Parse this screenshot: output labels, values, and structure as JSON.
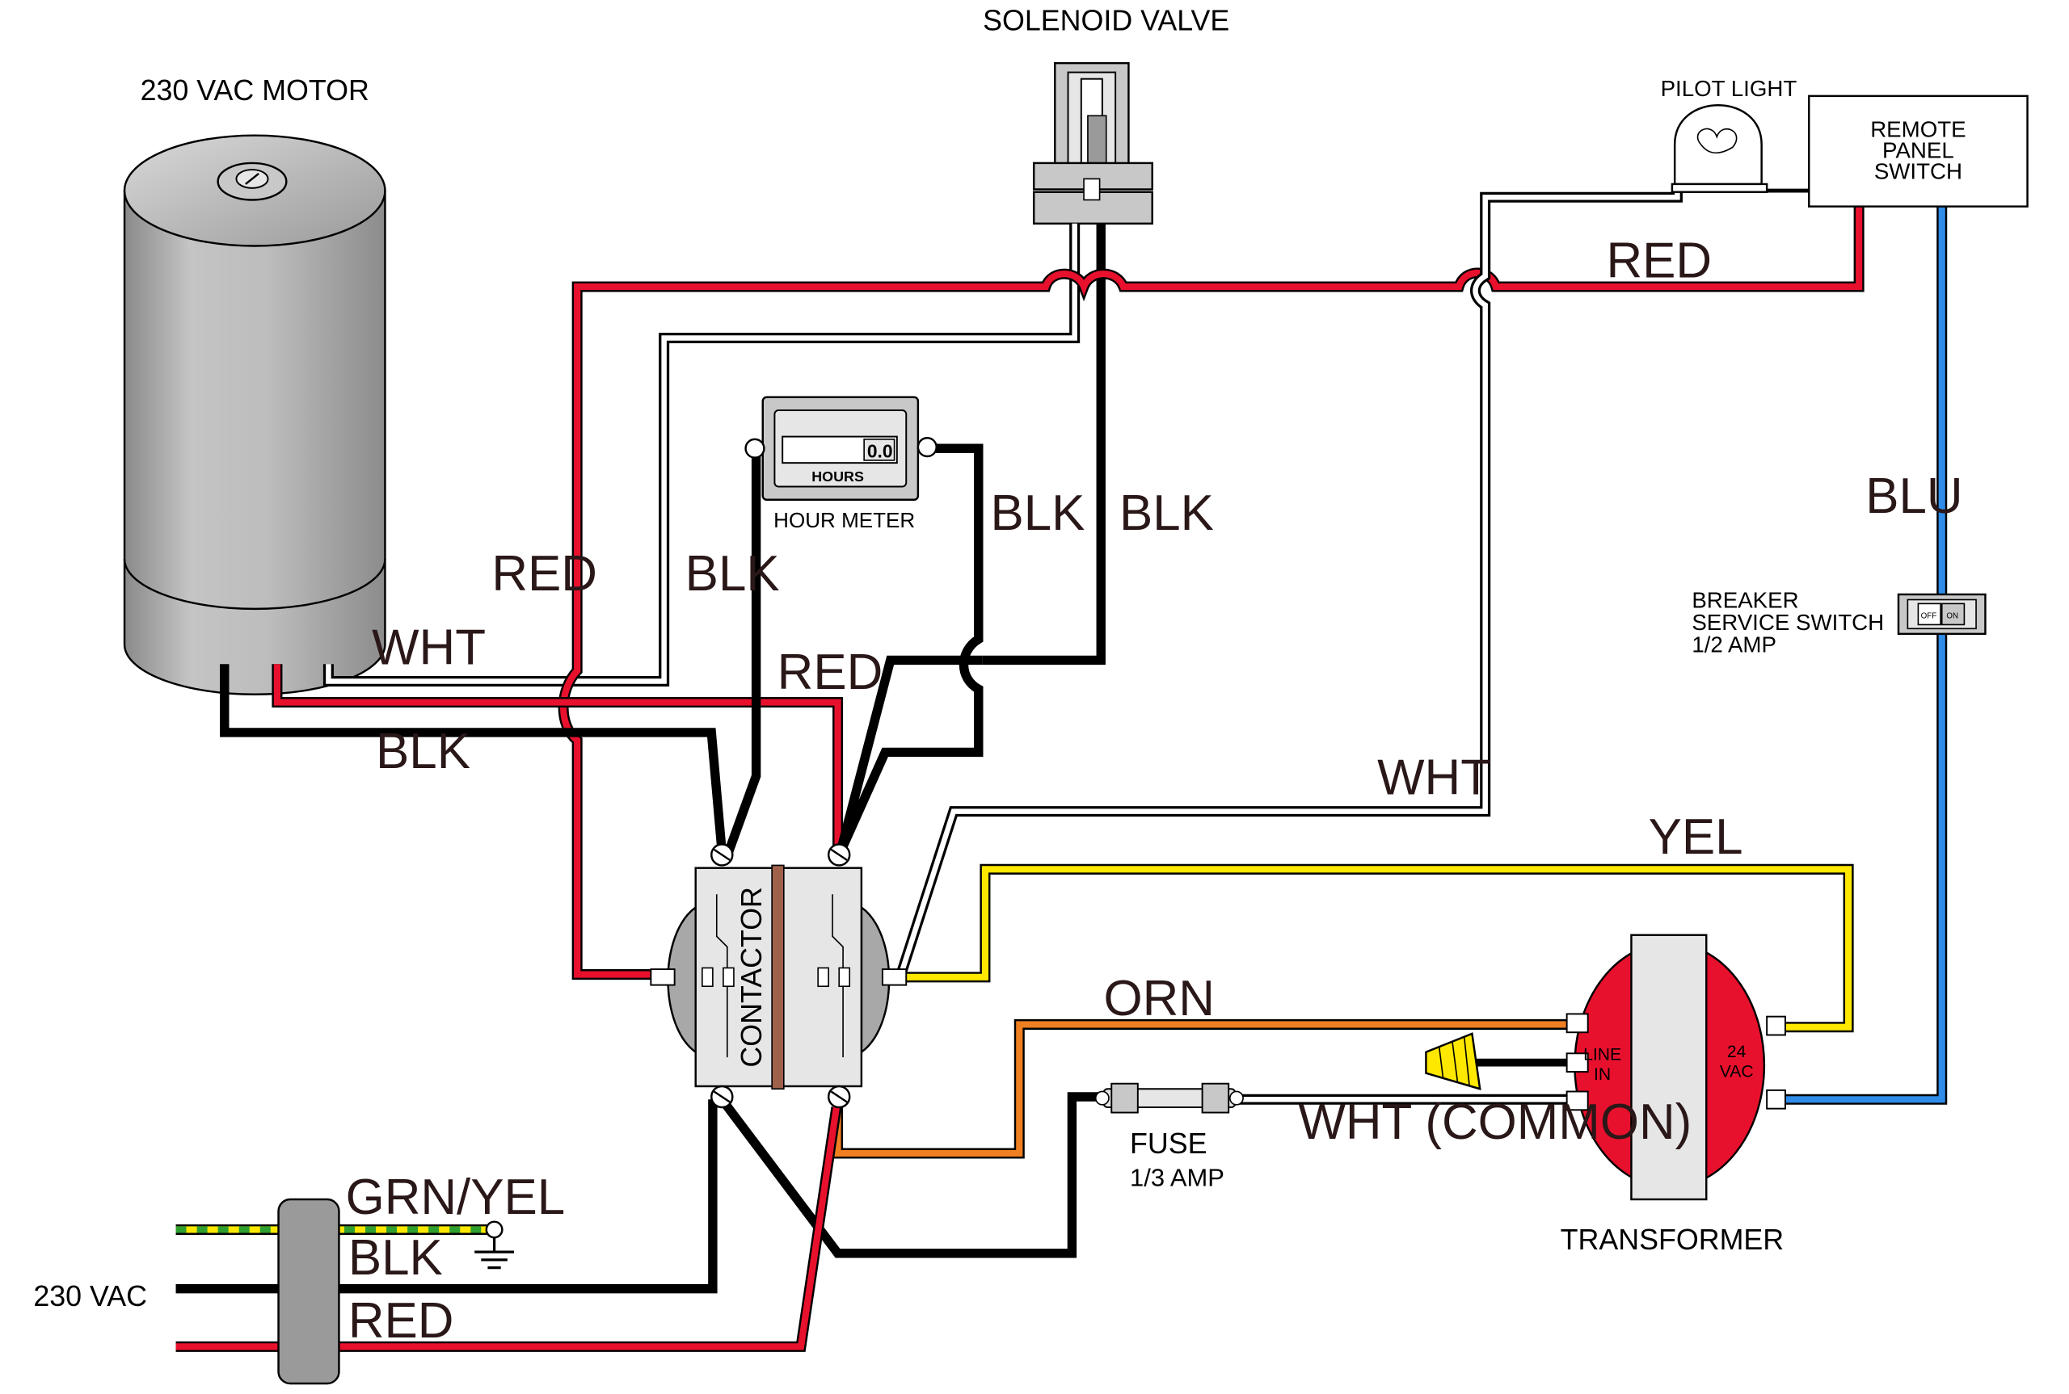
{
  "components": {
    "motor": "230 VAC  MOTOR",
    "solenoid_valve": "SOLENOID VALVE",
    "pilot_light": "PILOT LIGHT",
    "remote_switch": [
      "REMOTE",
      "PANEL",
      "SWITCH"
    ],
    "hour_meter": "HOUR  METER",
    "hour_meter_unit": "HOURS",
    "hour_meter_reading": "0.0",
    "contactor": "CONTACTOR",
    "breaker": [
      "BREAKER",
      "SERVICE SWITCH",
      "1/2 AMP"
    ],
    "breaker_off": "OFF",
    "breaker_on": "ON",
    "fuse": "FUSE",
    "fuse_rating": "1/3 AMP",
    "transformer": "TRANSFORMER",
    "line_in": [
      "LINE",
      "IN"
    ],
    "vac24": [
      "24",
      "VAC"
    ],
    "supply": "230 VAC"
  },
  "wire_labels": {
    "red_top": "RED",
    "red_left": "RED",
    "red_mid": "RED",
    "red_supply": "RED",
    "wht_motor": "WHT",
    "wht_right": "WHT",
    "wht_common": "WHT (COMMON)",
    "blk_motor": "BLK",
    "blk_meter_left": "BLK",
    "blk_meter_right": "BLK",
    "blk_solenoid": "BLK",
    "blk_supply": "BLK",
    "blu": "BLU",
    "yel": "YEL",
    "orn": "ORN",
    "grn_yel": "GRN/YEL"
  },
  "colors": {
    "red_wire": "#e8112d",
    "black_wire": "#000000",
    "blue_wire": "#2f8ce8",
    "yellow_wire": "#ffe800",
    "orange_wire": "#f07f22",
    "green_stripe": "#2e9f2e",
    "motor_body": "#b3b3b3",
    "transformer_red": "#e8112d",
    "contactor_body": "#e6e6e6",
    "contactor_bar": "#a0614a"
  }
}
